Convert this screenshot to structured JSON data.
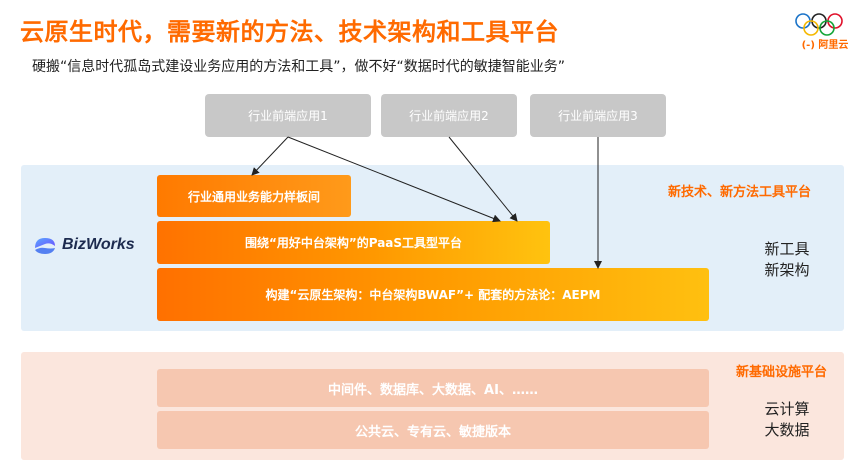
{
  "header": {
    "title": "云原生时代，需要新的方法、技术架构和工具平台",
    "subtitle": "硬搬“信息时代孤岛式建设业务应用的方法和工具”，做不好“数据时代的敏捷智能业务”"
  },
  "logos": {
    "olympic": "olympic-rings",
    "aliyun": "阿里云",
    "aliyun_icon": "(-)",
    "bizworks": "BizWorks"
  },
  "apps": [
    {
      "label": "行业前端应用1"
    },
    {
      "label": "行业前端应用2"
    },
    {
      "label": "行业前端应用3"
    }
  ],
  "tech_panel": {
    "label": "新技术、新方法工具平台",
    "note_line1": "新工具",
    "note_line2": "新架构",
    "bars": [
      {
        "label": "行业通用业务能力样板间"
      },
      {
        "label": "围绕“用好中台架构”的PaaS工具型平台"
      },
      {
        "label": "构建“云原生架构：中台架构BWAF”+ 配套的方法论：AEPM"
      }
    ]
  },
  "infra_panel": {
    "label": "新基础设施平台",
    "note_line1": "云计算",
    "note_line2": "大数据",
    "bars": [
      {
        "label": "中间件、数据库、大数据、AI、……"
      },
      {
        "label": "公共云、专有云、敏捷版本"
      }
    ]
  },
  "colors": {
    "accent": "#ff6a00",
    "app_box": "#c8c8c8",
    "tech_panel_bg": "#e3eff9",
    "infra_panel_bg": "#fbe6dd"
  }
}
